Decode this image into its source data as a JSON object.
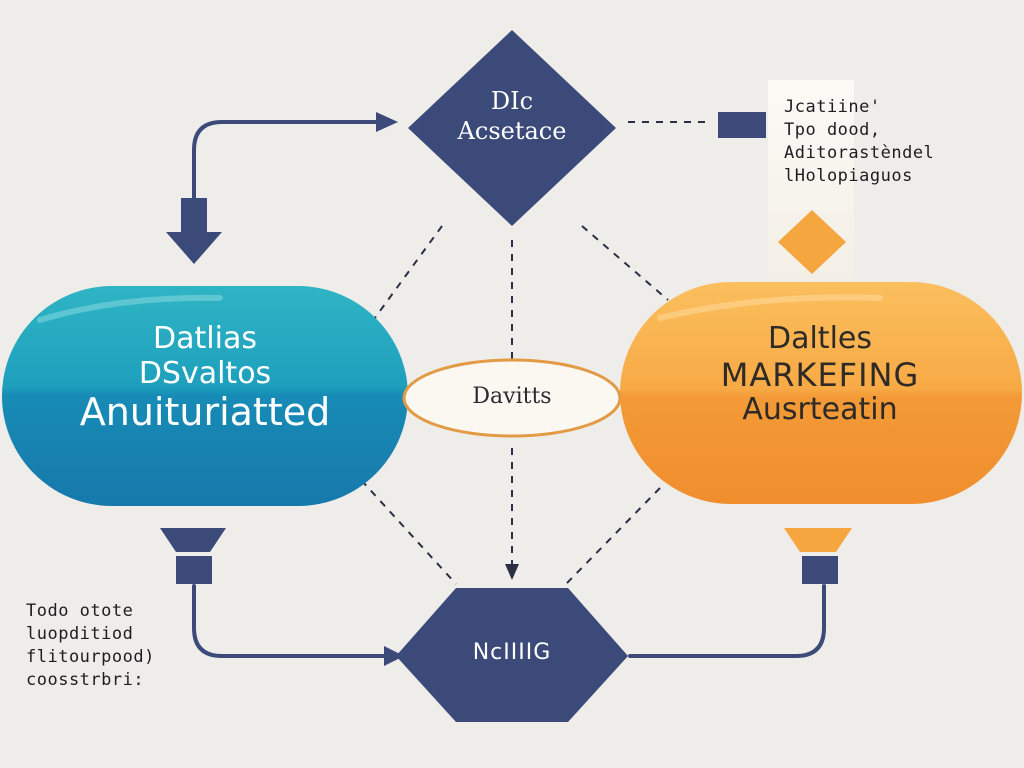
{
  "nodes": {
    "top_diamond": {
      "lines": [
        "DIc",
        "Acsetace"
      ]
    },
    "left_pill": {
      "lines": [
        "Datlias",
        "DSvaltos",
        "Anuituriatted"
      ]
    },
    "center_ellipse": {
      "label": "Davitts"
    },
    "right_pill": {
      "lines": [
        "Daltles",
        "MARKEFING",
        "Ausrteatin"
      ]
    },
    "bottom_hexagon": {
      "label": "NcIIIIG"
    }
  },
  "notes": {
    "top_right": [
      "Jcatiine'",
      "Tpo dood,",
      "Aditorastèndel",
      "lHolopiaguos"
    ],
    "bottom_left": [
      "Todo otote",
      "luopditiod",
      "flitourpood)",
      "coosstrbri:"
    ]
  },
  "colors": {
    "background": "#efedea",
    "navy": "#3b4a78",
    "teal": "#1f97b8",
    "orange": "#f4a43c",
    "ellipse_stroke": "#e39a45"
  }
}
